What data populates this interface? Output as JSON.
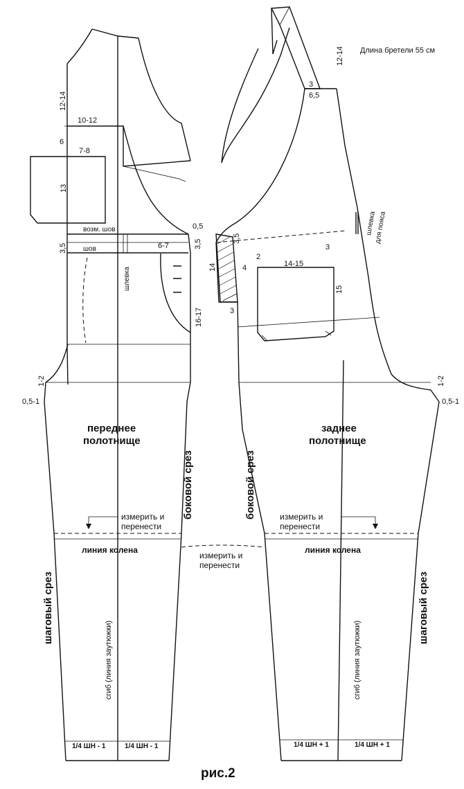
{
  "strap_length": "Длина бретели  55 см",
  "caption": "рис.2",
  "front": {
    "title_line1": "переднее",
    "title_line2": "полотнище",
    "dim_bib_height": "12-14",
    "dim_top_width": "10-12",
    "dim_6": "6",
    "dim_pocket_width": "7-8",
    "dim_pocket_height": "13",
    "seam_allowance": "возм. шов",
    "seam": "шов",
    "dim_3_5_left": "3,5",
    "dim_0_5": "0,5",
    "dim_3_5_right": "3,5",
    "dim_6_7": "6-7",
    "belt_loop": "шлевка",
    "dim_16_17": "16-17",
    "dim_1_2": "1-2",
    "dim_0_5_1": "0,5-1",
    "side_seam": "боковой срез",
    "inseam": "шаговый срез",
    "measure_line1": "измерить и",
    "measure_line2": "перенести",
    "knee_line": "линия колена",
    "fold_line": "сгиб (линия заутюжки)",
    "hem_left": "1/4 ШН - 1",
    "hem_right": "1/4 ШН - 1"
  },
  "middle_note": {
    "line1": "измерить и",
    "line2": "перенести"
  },
  "back": {
    "title_line1": "заднее",
    "title_line2": "полотнище",
    "dim_strap": "12-14",
    "dim_3": "3",
    "dim_6_5": "6,5",
    "belt_loop_line1": "шлевка",
    "belt_loop_line2": "для пояса",
    "dim_3_5": "3,5",
    "dim_14": "14",
    "dim_4": "4",
    "dim_2": "2",
    "dim_3_right": "3",
    "dim_3_low": "3",
    "dim_pocket_width": "14-15",
    "dim_pocket_height": "15",
    "dim_1_2": "1-2",
    "dim_0_5_1": "0,5-1",
    "side_seam": "боковой срез",
    "inseam": "шаговый срез",
    "measure_line1": "измерить и",
    "measure_line2": "перенести",
    "knee_line": "линия колена",
    "fold_line": "сгиб (линия заутюжки)",
    "hem_left": "1/4 ШН + 1",
    "hem_right": "1/4 ШН + 1"
  }
}
